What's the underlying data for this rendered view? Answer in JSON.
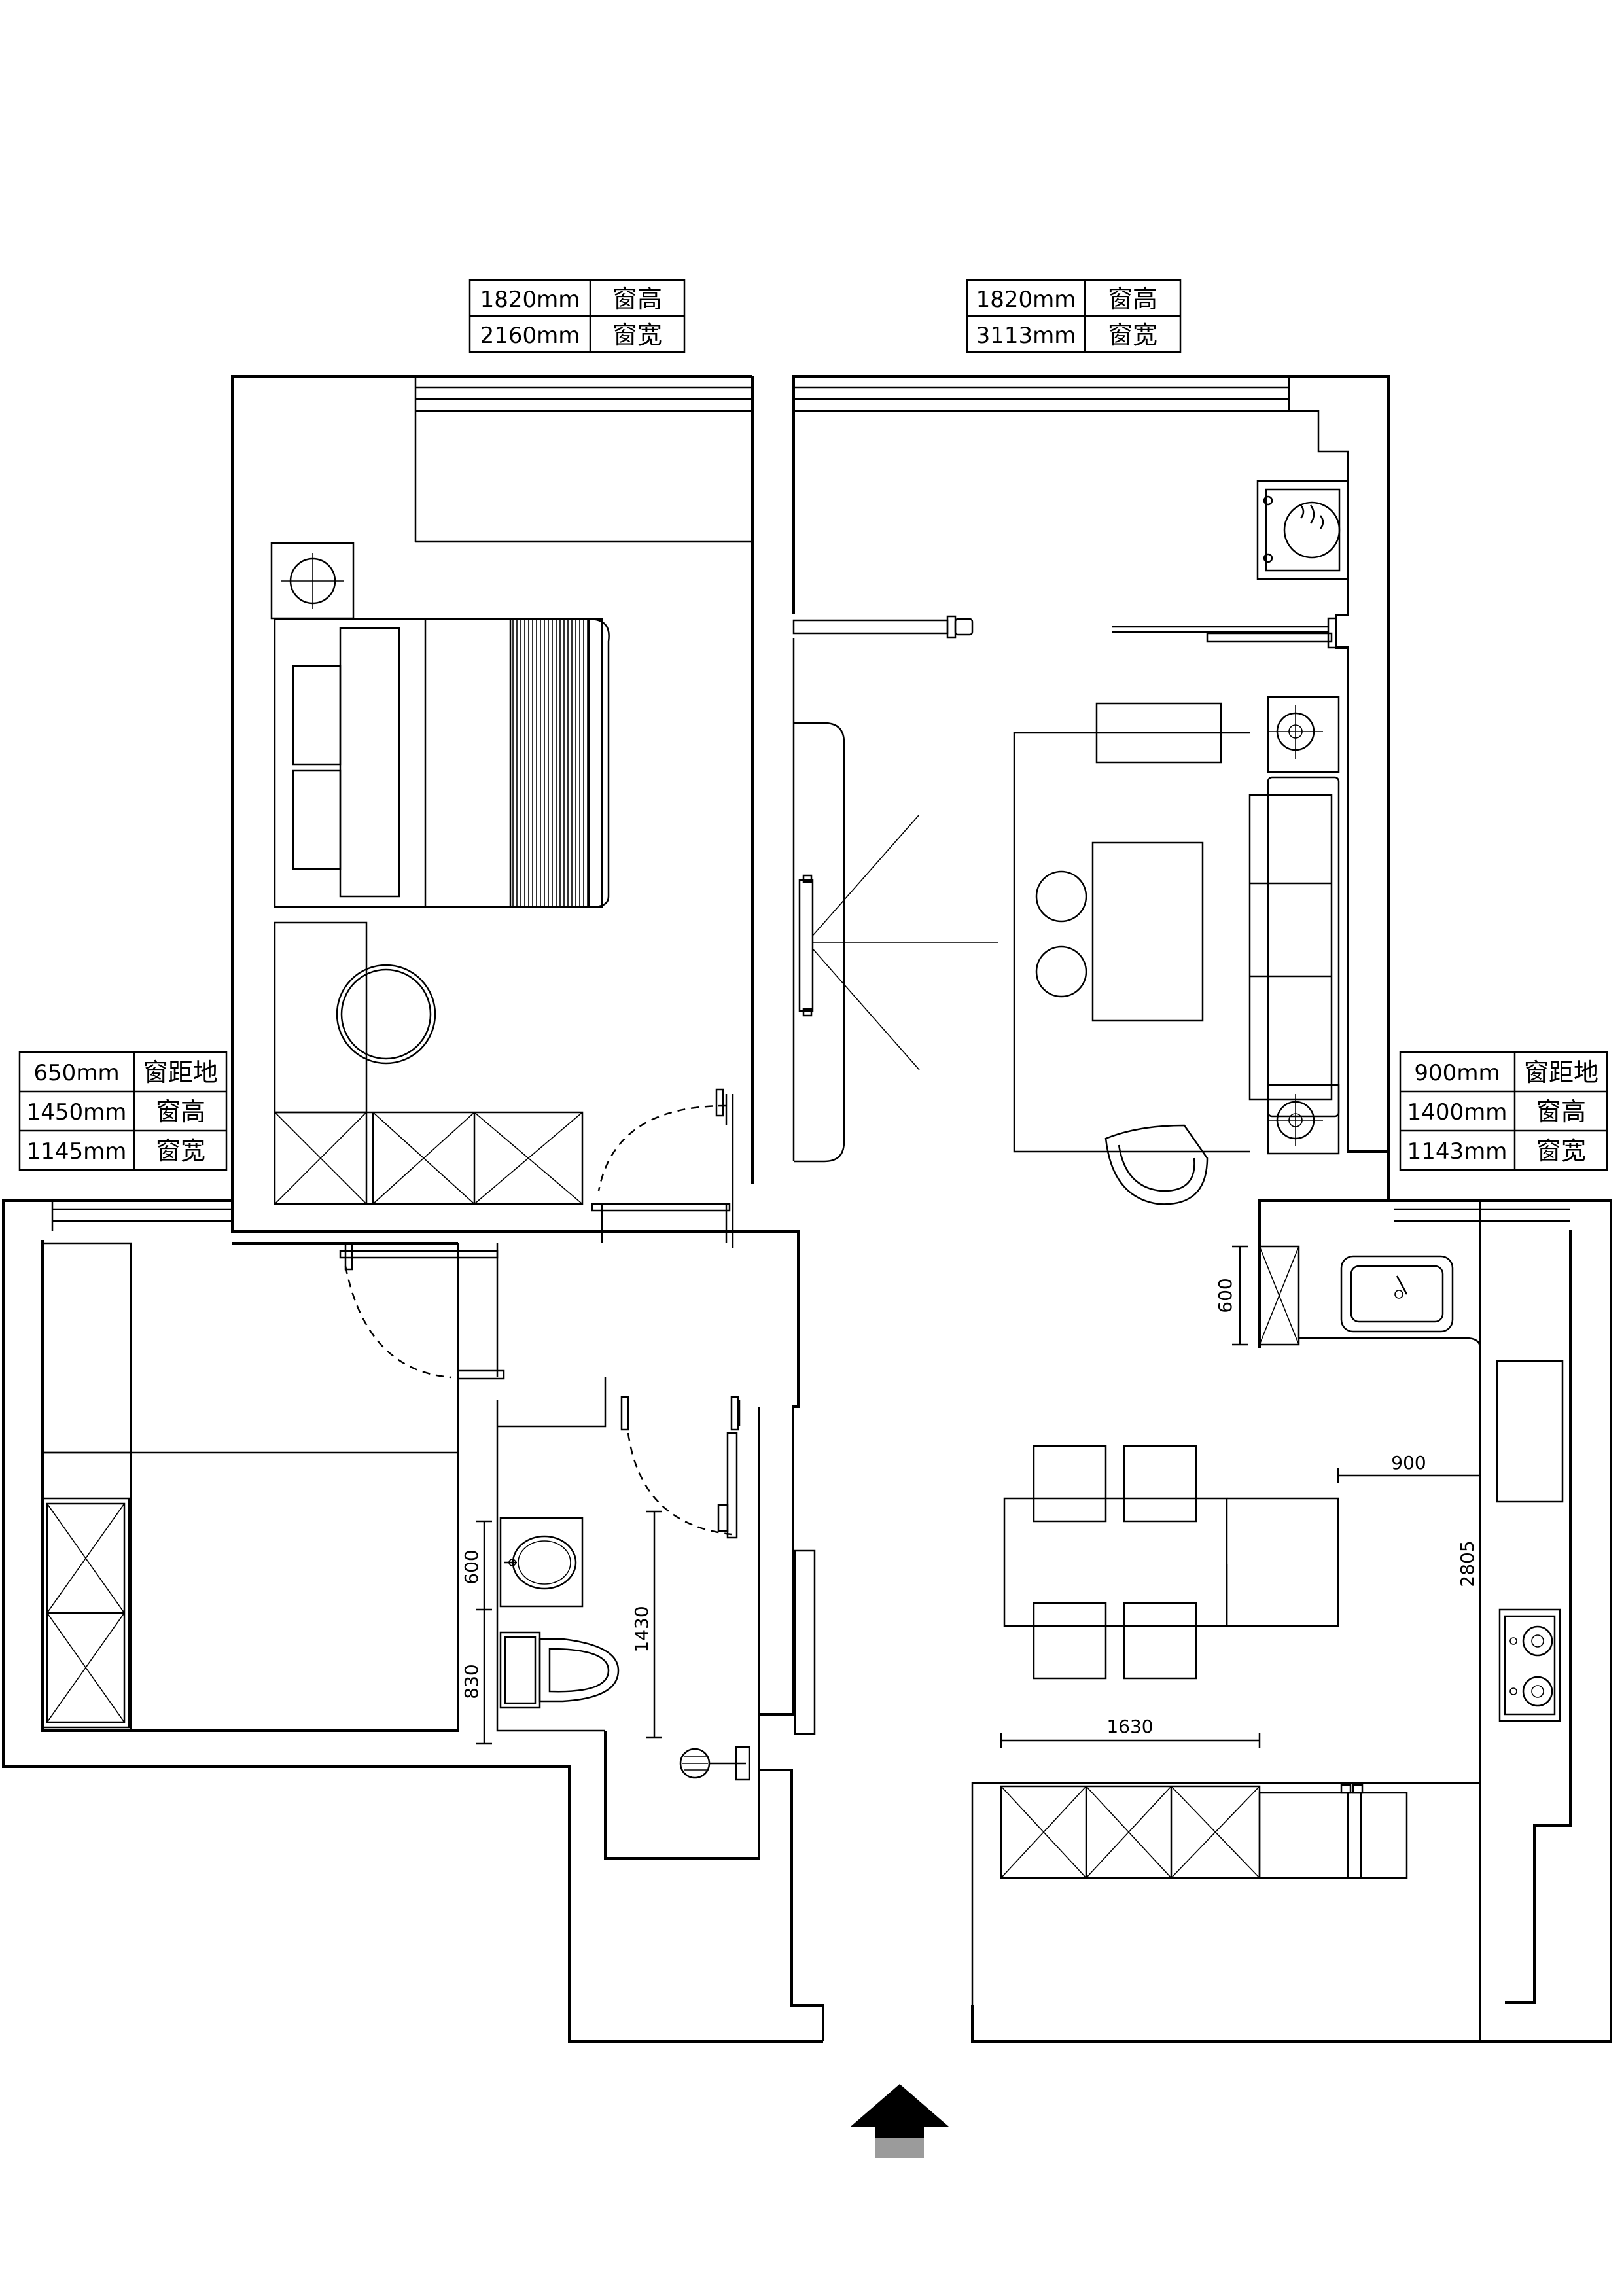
{
  "window_tables": {
    "bedroom_top": [
      {
        "value": "1820mm",
        "label": "窗高"
      },
      {
        "value": "2160mm",
        "label": "窗宽"
      }
    ],
    "living_top": [
      {
        "value": "1820mm",
        "label": "窗高"
      },
      {
        "value": "3113mm",
        "label": "窗宽"
      }
    ],
    "left_side": [
      {
        "value": "650mm",
        "label": "窗距地"
      },
      {
        "value": "1450mm",
        "label": "窗高"
      },
      {
        "value": "1145mm",
        "label": "窗宽"
      }
    ],
    "right_side": [
      {
        "value": "900mm",
        "label": "窗距地"
      },
      {
        "value": "1400mm",
        "label": "窗高"
      },
      {
        "value": "1143mm",
        "label": "窗宽"
      }
    ]
  },
  "dimensions": {
    "kitchen_sink_depth": "600",
    "basin_depth": "600",
    "toilet_depth": "830",
    "shower_length": "1430",
    "island_to_counter": "900",
    "kitchen_counter_length": "2805",
    "cabinet_length": "1630"
  },
  "colors": {
    "line": "#000000",
    "entrance_arrow": "#000000",
    "entrance_base": "#9b9b9b",
    "background": "#ffffff"
  },
  "icons": [
    "entrance-arrow-icon",
    "lamp-icon",
    "washing-machine-icon",
    "sink-icon",
    "stove-icon",
    "toilet-icon",
    "shower-icon"
  ]
}
